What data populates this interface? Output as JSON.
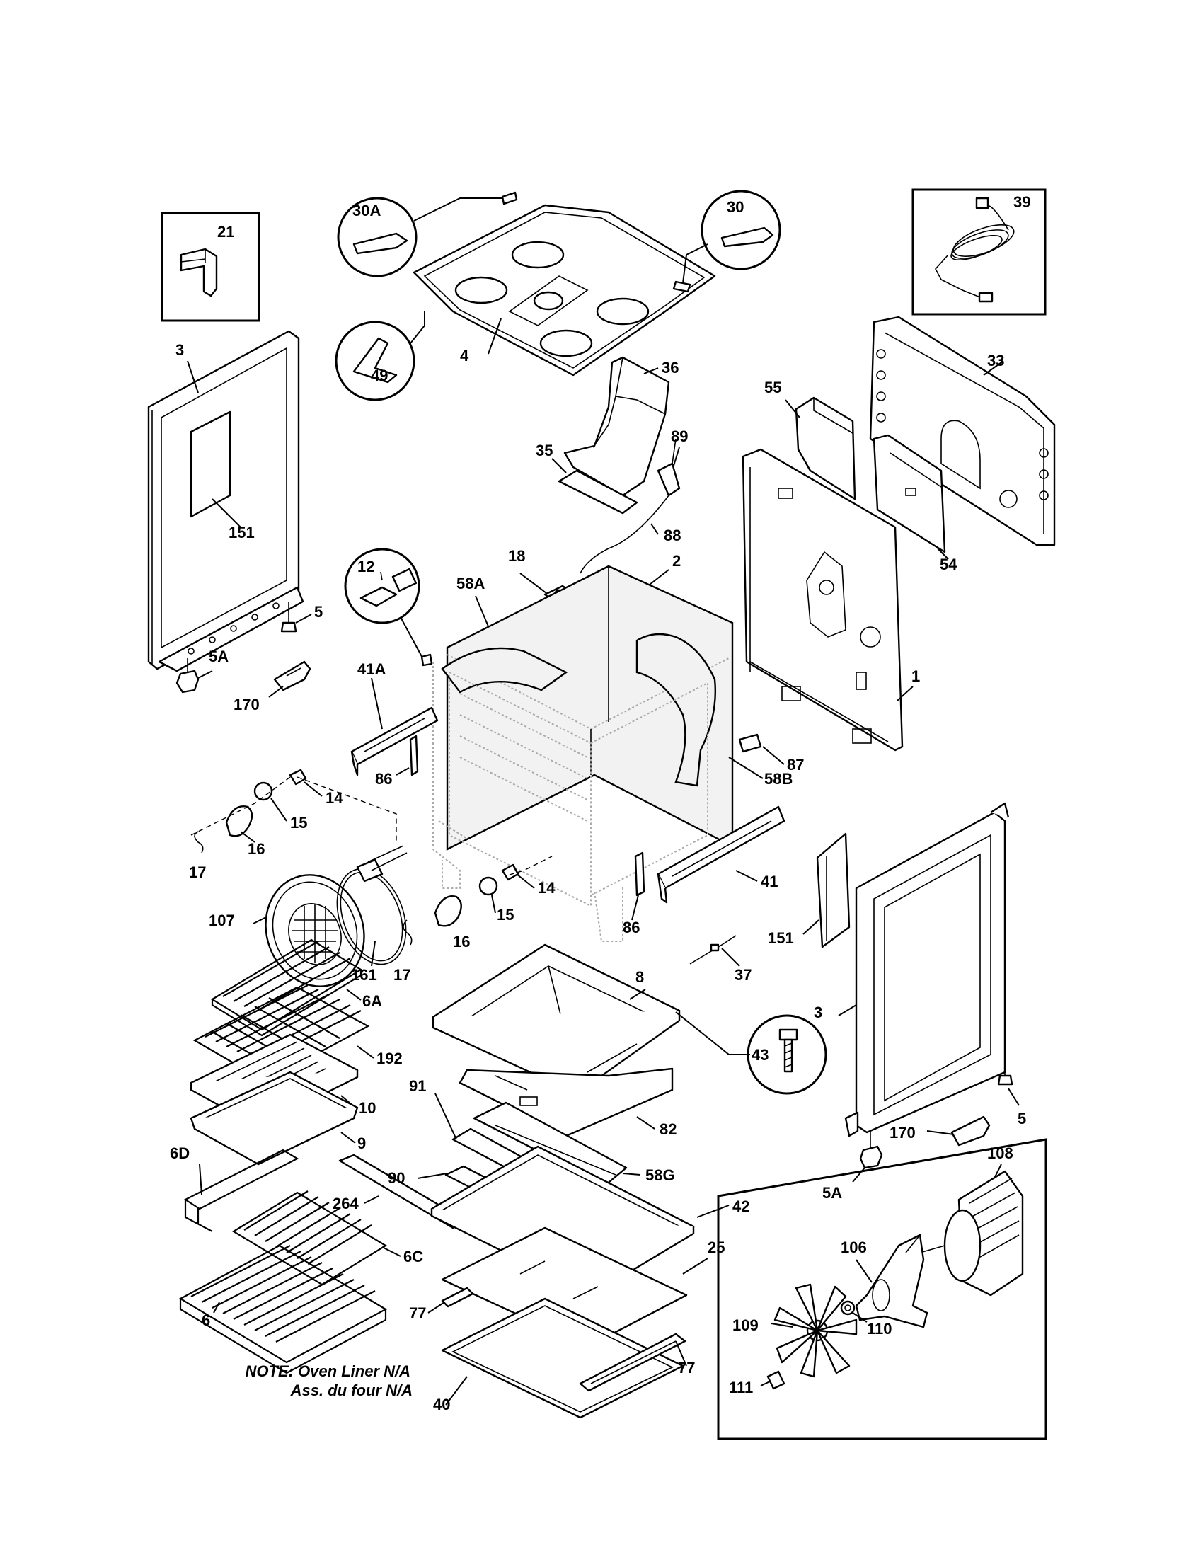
{
  "diagram": {
    "note_line1": "NOTE: Oven Liner N/A",
    "note_line2": "Ass. du four N/A",
    "callouts": {
      "p21": "21",
      "p30A": "30A",
      "p30": "30",
      "p39": "39",
      "p3_left": "3",
      "p4": "4",
      "p49": "49",
      "p36": "36",
      "p33": "33",
      "p55": "55",
      "p89": "89",
      "p35": "35",
      "p88": "88",
      "p151_left": "151",
      "p54": "54",
      "p12": "12",
      "p18": "18",
      "p58A": "58A",
      "p2": "2",
      "p5_left": "5",
      "p1": "1",
      "p5A_left": "5A",
      "p41A": "41A",
      "p170_left": "170",
      "p87": "87",
      "p86_left": "86",
      "p58B": "58B",
      "p14_upper": "14",
      "p15_upper": "15",
      "p16_upper": "16",
      "p17_upper": "17",
      "p14_lower": "14",
      "p41": "41",
      "p107": "107",
      "p15_lower": "15",
      "p86_right": "86",
      "p151_right": "151",
      "p16_lower": "16",
      "p161": "161",
      "p17_lower": "17",
      "p37": "37",
      "p8": "8",
      "p3_right": "3",
      "p43": "43",
      "p6A": "6A",
      "p192": "192",
      "p10": "10",
      "p9": "9",
      "p91": "91",
      "p82": "82",
      "p6D": "6D",
      "p5_right": "5",
      "p170_right": "170",
      "p108": "108",
      "p58G": "58G",
      "p90": "90",
      "p42": "42",
      "p5A_right": "5A",
      "p264": "264",
      "p106": "106",
      "p25": "25",
      "p6C": "6C",
      "p77_left": "77",
      "p109": "109",
      "p110": "110",
      "p6": "6",
      "p40": "40",
      "p77_right": "77",
      "p111": "111"
    }
  }
}
